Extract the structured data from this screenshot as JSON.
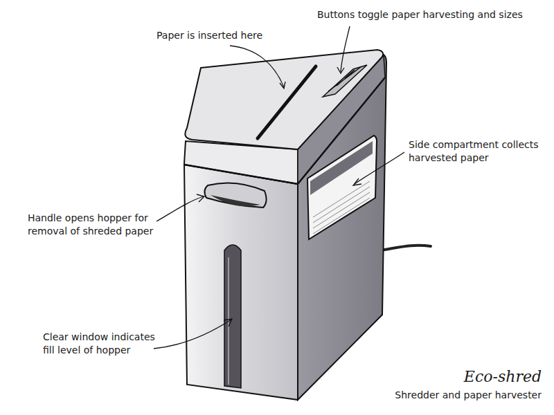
{
  "diagram": {
    "title": "Eco-shred",
    "caption": "Shredder and paper harvester",
    "labels": [
      "Buttons toggle paper harvesting and sizes",
      "Paper is inserted here",
      "Side compartment collects harvested paper",
      "Handle opens hopper for removal of shreded paper",
      "Clear window indicates fill level of hopper"
    ]
  }
}
